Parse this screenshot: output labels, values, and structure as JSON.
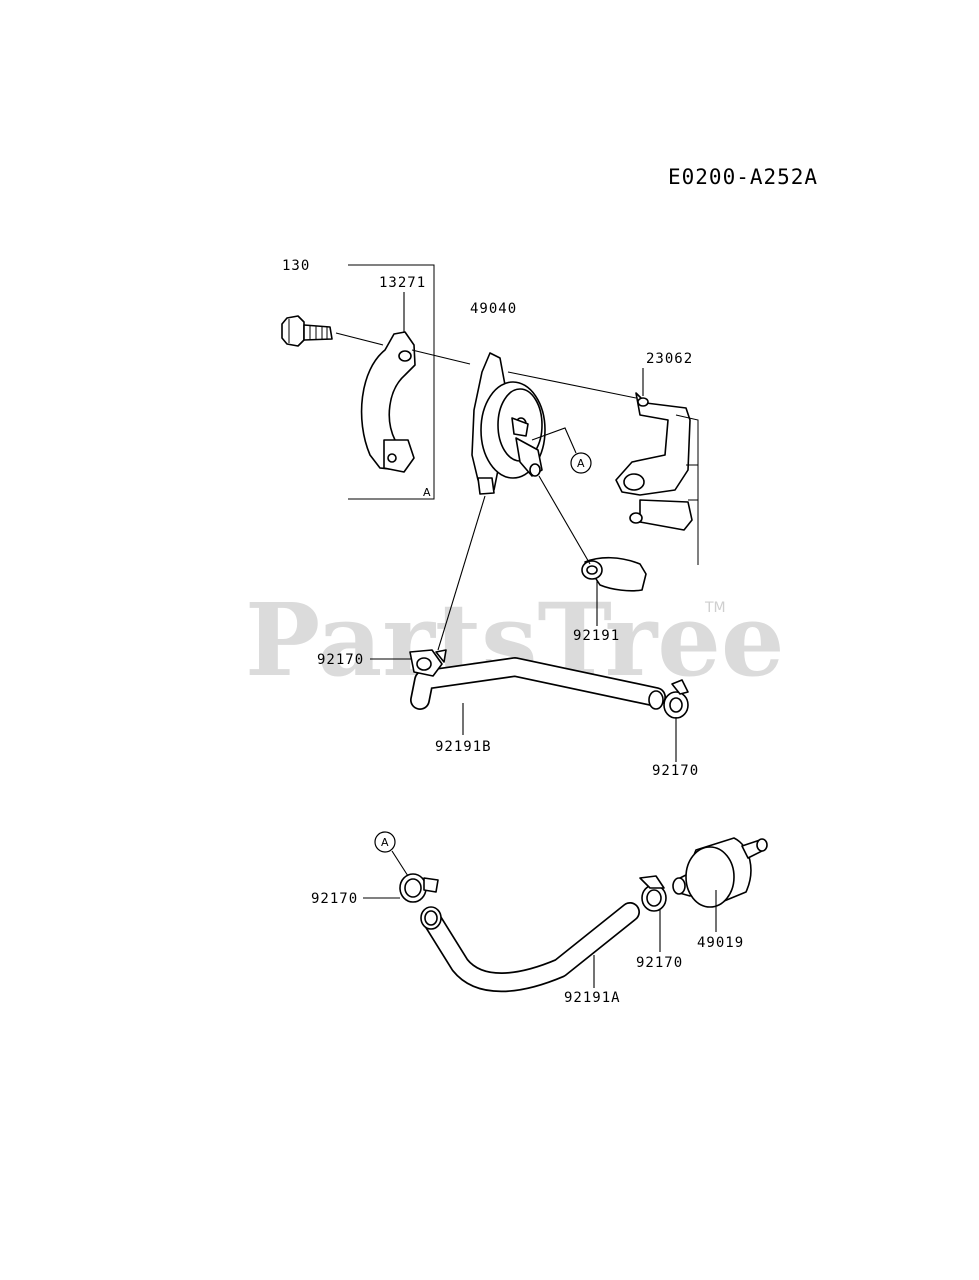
{
  "diagram": {
    "code": "E0200-A252A",
    "watermark": "PartsTree",
    "watermark_tm": "TM",
    "ref_marker": "A",
    "labels": {
      "group_130": "130",
      "p13271": "13271",
      "p49040": "49040",
      "p23062": "23062",
      "p92191": "92191",
      "p92170_a": "92170",
      "p92191b": "92191B",
      "p92170_b": "92170",
      "p92170_c": "92170",
      "p92170_d": "92170",
      "p49019": "49019",
      "p92191a": "92191A"
    }
  }
}
